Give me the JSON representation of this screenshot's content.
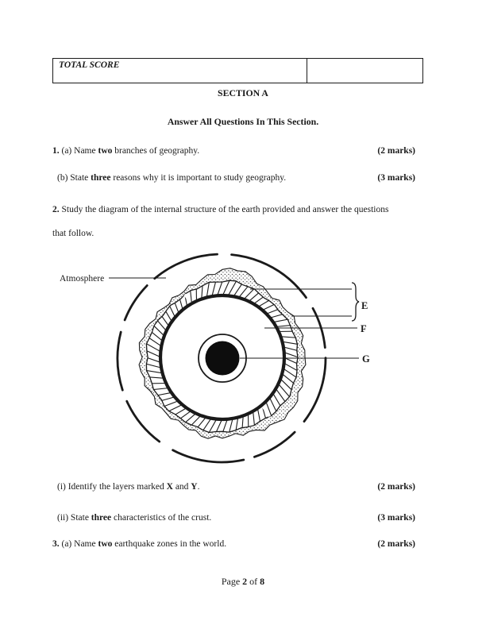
{
  "colors": {
    "ink": "#1a1a1a",
    "paper": "#ffffff"
  },
  "score_table": {
    "label": "TOTAL SCORE",
    "value": ""
  },
  "section": {
    "title": "SECTION A",
    "instruction": "Answer All Questions In This Section."
  },
  "questions": {
    "q1a": {
      "segs": [
        "1.",
        " (a) Name ",
        "two",
        " branches of geography."
      ],
      "marks": "(2 marks)"
    },
    "q1b": {
      "segs": [
        "(b) State ",
        "three",
        " reasons why it is important to study geography."
      ],
      "marks": "(3 marks)"
    },
    "q2": {
      "segs": [
        "2.",
        " Study the diagram of the internal structure of the earth provided and answer the questions that follow."
      ]
    },
    "qi": {
      "segs": [
        "(i) Identify the layers marked ",
        "X",
        " and ",
        "Y",
        "."
      ],
      "marks": "(2 marks)"
    },
    "qii": {
      "segs": [
        "(ii) State ",
        "three",
        " characteristics of the crust."
      ],
      "marks": "(3 marks)"
    },
    "q3a": {
      "segs": [
        "3.",
        " (a) Name ",
        "two",
        " earthquake zones in the world."
      ],
      "marks": "(2 marks)"
    }
  },
  "diagram": {
    "atmosphere_label": "Atmosphere",
    "label_e": "E",
    "label_f": "F",
    "label_g": "G"
  },
  "footer": {
    "prefix": "Page ",
    "page_number": "2",
    "of": " of ",
    "total_pages": "8"
  }
}
